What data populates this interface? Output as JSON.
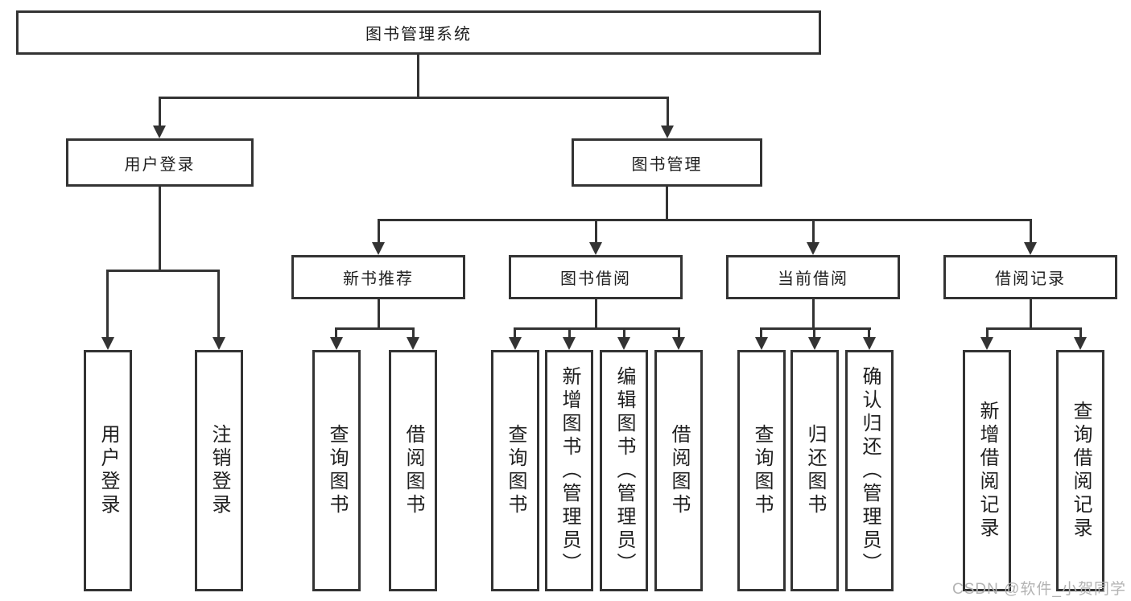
{
  "diagram": {
    "root": "图书管理系统",
    "level1": [
      "用户登录",
      "图书管理"
    ],
    "level2": [
      "新书推荐",
      "图书借阅",
      "当前借阅",
      "借阅记录"
    ],
    "leaves_login": [
      "用户登录",
      "注销登录"
    ],
    "leaves_recommend": [
      "查询图书",
      "借阅图书"
    ],
    "leaves_borrow": [
      "查询图书",
      "新增图书（管理员）",
      "编辑图书（管理员）",
      "借阅图书"
    ],
    "leaves_current": [
      "查询图书",
      "归还图书",
      "确认归还（管理员）"
    ],
    "leaves_records": [
      "新增借阅记录",
      "查询借阅记录"
    ]
  },
  "watermark": "CSDN @软件_小贺同学",
  "colors": {
    "line": "#333333",
    "background": "#ffffff",
    "text": "#1f1f1f",
    "watermark": "#b3b3b3"
  }
}
